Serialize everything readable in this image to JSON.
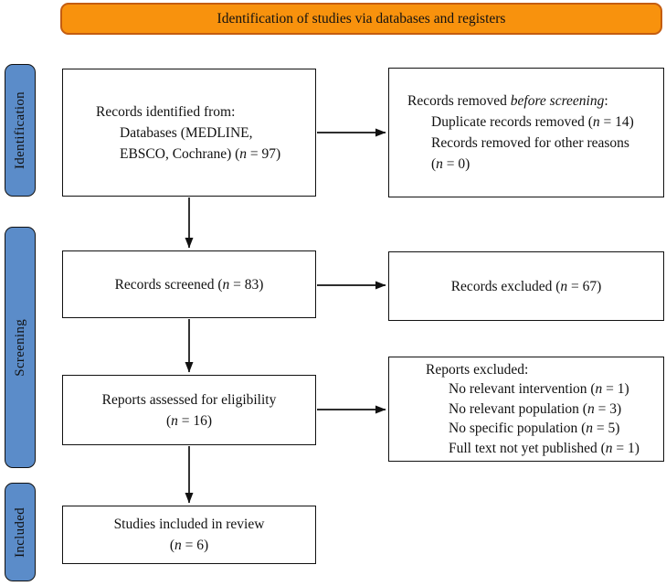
{
  "banner": {
    "label": "Identification of studies via databases and registers"
  },
  "sidebar": {
    "identification": {
      "label": "Identification"
    },
    "screening": {
      "label": "Screening"
    },
    "included": {
      "label": "Included"
    }
  },
  "boxes": {
    "records_identified": {
      "lines": [
        {
          "t": "Records identified from:",
          "indent": 0
        },
        {
          "t": "Databases (MEDLINE,",
          "indent": 1
        },
        {
          "t": "EBSCO, Cochrane) (*n* = 97)",
          "indent": 1
        }
      ]
    },
    "records_removed": {
      "lines": [
        {
          "t": "Records removed *before screening*:",
          "indent": 0
        },
        {
          "t": "Duplicate records removed (*n* = 14)",
          "indent": 1
        },
        {
          "t": "Records removed for other reasons",
          "indent": 1
        },
        {
          "t": "(*n* = 0)",
          "indent": 1
        }
      ]
    },
    "records_screened": {
      "lines": [
        {
          "t": "Records screened (*n* = 83)",
          "indent": 0
        }
      ]
    },
    "records_excluded": {
      "lines": [
        {
          "t": "Records excluded (*n* = 67)",
          "indent": 0
        }
      ]
    },
    "reports_assessed": {
      "lines": [
        {
          "t": "Reports assessed for eligibility",
          "indent": 0
        },
        {
          "t": "(*n* = 16)",
          "indent": 0
        }
      ]
    },
    "reports_excluded": {
      "lines": [
        {
          "t": "Reports excluded:",
          "indent": 0
        },
        {
          "t": "No relevant intervention (*n* = 1)",
          "indent": 1
        },
        {
          "t": "No relevant population (*n* = 3)",
          "indent": 1
        },
        {
          "t": "No specific population (*n* = 5)",
          "indent": 1
        },
        {
          "t": "Full text not yet published (*n* = 1)",
          "indent": 1
        }
      ]
    },
    "studies_included": {
      "lines": [
        {
          "t": "Studies included in review",
          "indent": 0
        },
        {
          "t": "(*n* = 6)",
          "indent": 0
        }
      ]
    }
  },
  "colors": {
    "banner_fill": "#F8920D",
    "banner_border": "#C45D10",
    "stage_fill": "#5B8CC9",
    "box_border": "#111111",
    "arrow": "#111111"
  }
}
